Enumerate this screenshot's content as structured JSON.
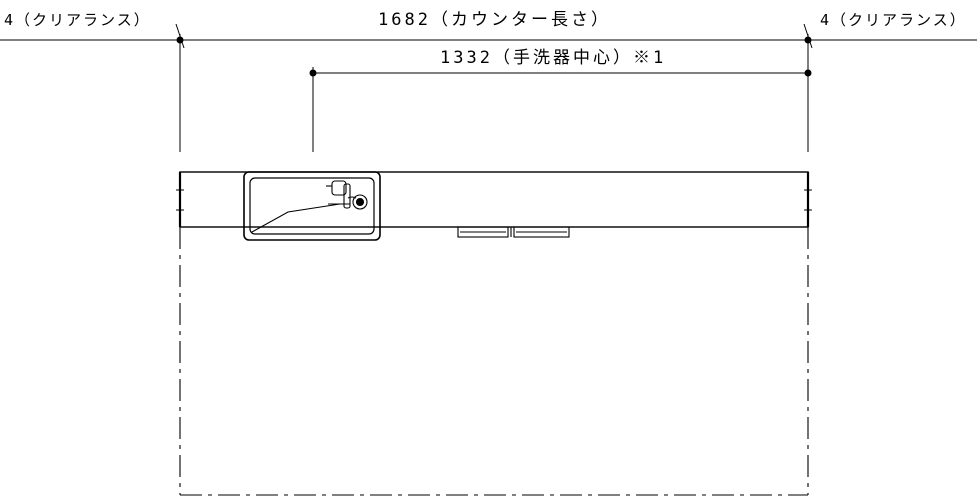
{
  "dimensions": {
    "clearance_left": "4（クリアランス）",
    "counter_length": "1682（カウンター長さ）",
    "clearance_right": "4（クリアランス）",
    "basin_center": "1332（手洗器中心）※1"
  }
}
